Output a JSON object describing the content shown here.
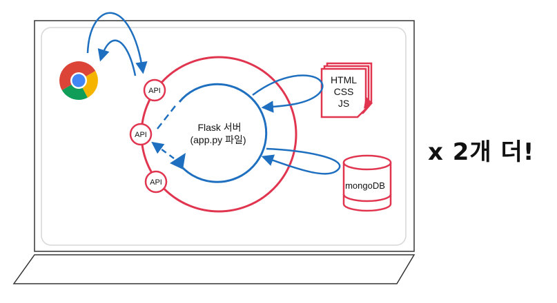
{
  "server": {
    "line1": "Flask 서버",
    "line2": "(app.py 파일)"
  },
  "api_labels": [
    "API",
    "API",
    "API"
  ],
  "files": {
    "line1": "HTML",
    "line2": "CSS",
    "line3": "JS"
  },
  "database": {
    "label": "mongoDB"
  },
  "caption": "x 2개 더!",
  "colors": {
    "red": "#e0344f",
    "blue": "#1e6fbf",
    "outline": "#333333"
  },
  "icons": [
    "chrome-logo-icon",
    "document-stack-icon",
    "database-cylinder-icon",
    "laptop-icon"
  ]
}
